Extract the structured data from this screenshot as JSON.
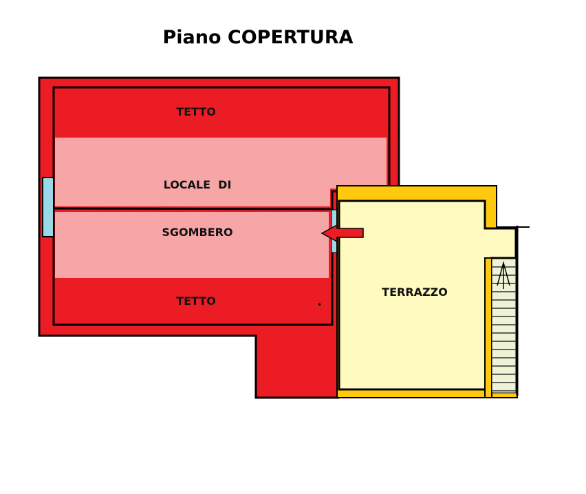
{
  "title": "Piano COPERTURA",
  "rooms": {
    "tetto_top": "TETTO",
    "locale_line1": "LOCALE  DI",
    "locale_line2": "SGOMBERO",
    "tetto_bottom": "TETTO",
    "terrazzo": "TERRAZZO"
  },
  "colors": {
    "roof": "#ec1c24",
    "storage": "#f7a6a8",
    "terrace": "#fffac0",
    "terrace_wall": "#ffc90e",
    "window": "#99d9ea",
    "stairs": "#eef3d6"
  }
}
